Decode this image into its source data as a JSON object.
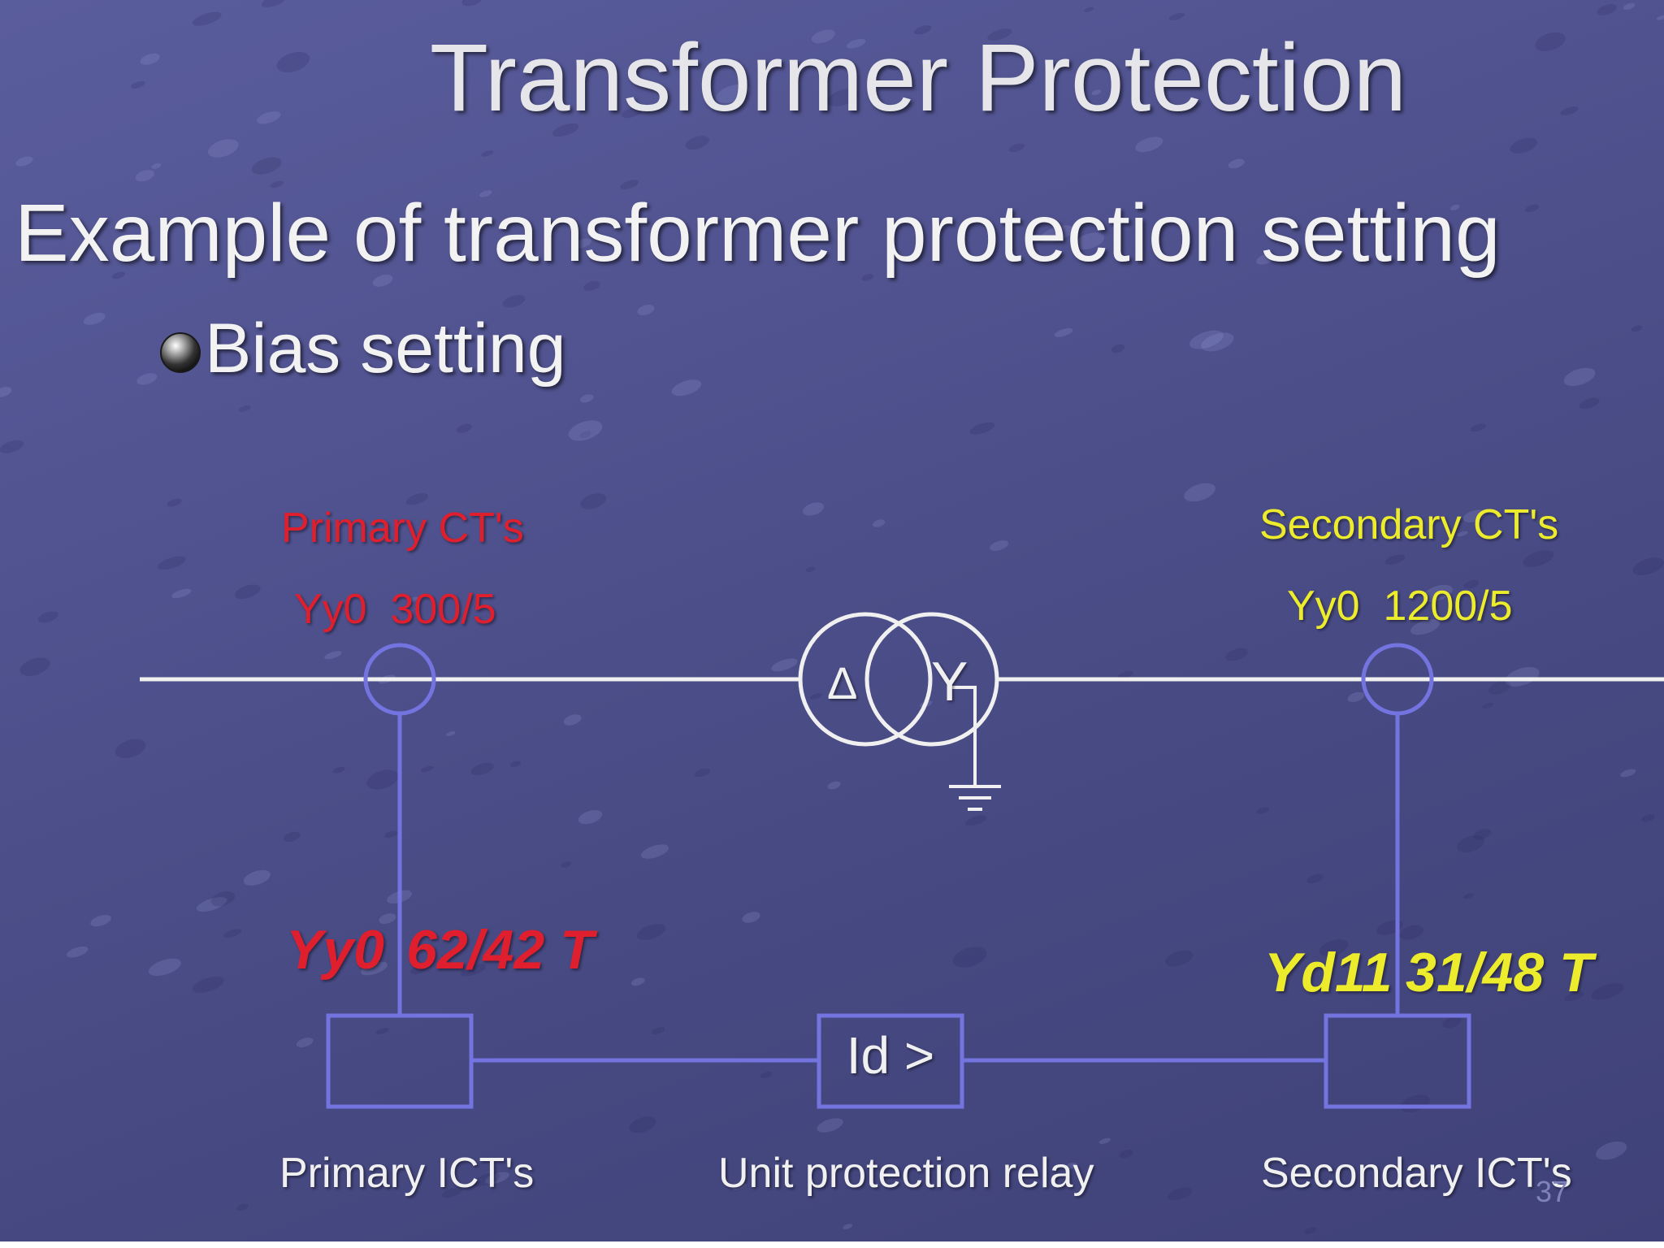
{
  "slide": {
    "title": "Transformer Protection",
    "subtitle": "Example of transformer protection setting",
    "bullet": "Bias setting",
    "page_number": "37"
  },
  "diagram": {
    "primary_ct": {
      "title": "Primary CT's",
      "rating": "Yy0  300/5"
    },
    "secondary_ct": {
      "title": "Secondary CT's",
      "rating": "Yy0  1200/5"
    },
    "transformer": {
      "primary_winding": "Δ",
      "secondary_winding": "Y"
    },
    "primary_ict": {
      "vector_group": "Yy0",
      "ratio": "62/42 T",
      "label": "Primary ICT's"
    },
    "secondary_ict": {
      "vector_group": "Yd11",
      "ratio": "31/48 T",
      "label": "Secondary ICT's"
    },
    "relay": {
      "symbol": "Id >",
      "label": "Unit protection relay"
    }
  },
  "colors": {
    "background": "#4f5190",
    "primary_text": "#e01f2e",
    "secondary_text": "#ecec2c",
    "diagram_line": "#7474e0",
    "power_line": "#f0f0f0"
  }
}
